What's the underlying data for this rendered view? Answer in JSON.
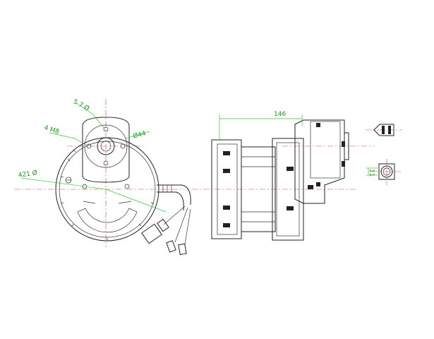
{
  "dimensions": {
    "bolt_circle_label": "5 7 Ø",
    "bolt_label": "4 M8",
    "shaft_diameter_label": "Ø44",
    "motor_diameter_label": "421 Ø",
    "length_label": "146",
    "key_width_label": "11"
  },
  "colors": {
    "outline": "#222222",
    "dimension": "#33cc33",
    "centerline": "#e23a3a"
  }
}
